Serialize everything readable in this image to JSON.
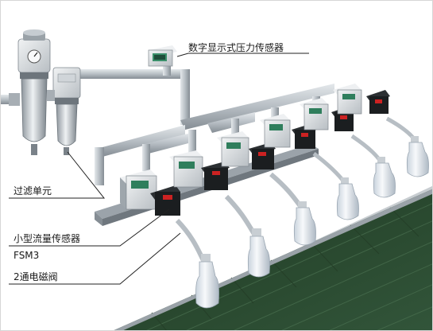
{
  "labels": {
    "digital_sensor": "数字显示式压力传感器",
    "filter_unit": "过滤单元",
    "flow_sensor": "小型流量传感器",
    "flow_sensor_model": "FSM3",
    "solenoid_valve": "2通电磁阀"
  },
  "colors": {
    "pipe": "#b9c0c6",
    "pipe_shadow": "#8e969d",
    "device_body": "#d9dde0",
    "device_dark": "#1b1e20",
    "conveyor": "#2e4a30",
    "conveyor_stripe": "#3d6040",
    "bottle": "#e8edf3"
  }
}
